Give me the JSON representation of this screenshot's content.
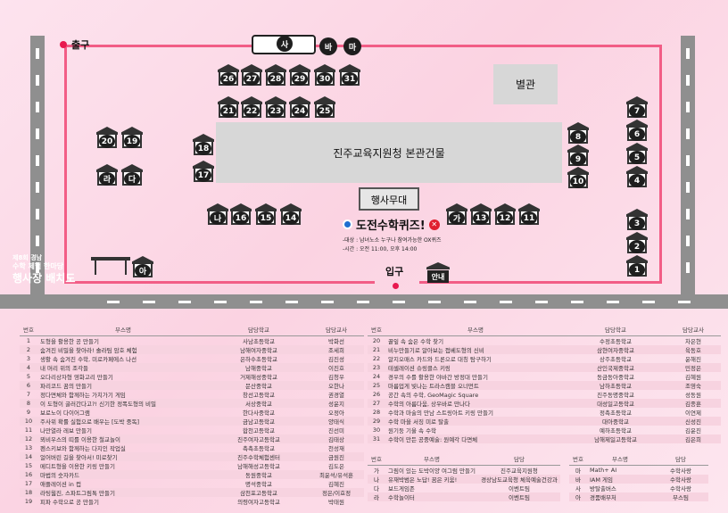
{
  "map": {
    "exit": "출구",
    "entrance": "입구",
    "main_building": "진주교육지원청 본관건물",
    "annex": "별관",
    "stage": "행사무대",
    "info": "안내",
    "bus_tents": [
      "사",
      "바",
      "마"
    ],
    "top_tents": [
      "26",
      "27",
      "28",
      "29",
      "30",
      "31"
    ],
    "mid_tents": [
      "21",
      "22",
      "23",
      "24",
      "25"
    ],
    "left_tents": [
      "20",
      "19"
    ],
    "left_tents2": [
      "라",
      "다"
    ],
    "side_tents": [
      "18",
      "17"
    ],
    "bottom_left_tents": [
      "나",
      "16",
      "15",
      "14"
    ],
    "bottom_right_tents": [
      "가",
      "13",
      "12",
      "11"
    ],
    "right_inner_tents": [
      "8",
      "9",
      "10"
    ],
    "right_outer_tents": [
      "7",
      "6",
      "5",
      "4",
      "3",
      "2",
      "1"
    ],
    "a_tent": "아",
    "quiz": {
      "title": "도전수학퀴즈!",
      "target": "-대상 : 남녀노소 누구나 참여가능한 OX퀴즈",
      "time": "-시간 : 오전 11:00, 오후 14:00"
    },
    "tag_line1": "제8회 경남",
    "tag_line2": "수학 체험 한마당",
    "tag_line3": "행사장 배치도"
  },
  "headers": {
    "no": "번호",
    "booth": "부스명",
    "school": "담당학교",
    "teacher": "담당교사"
  },
  "rows_left": [
    [
      "1",
      "도형을 활용한 공 만들기",
      "사남초등학교",
      "박화선"
    ],
    [
      "2",
      "숨겨진 비밀을 찾아라! 솔라팀 암호 체험",
      "남해여자중학교",
      "조세희"
    ],
    [
      "3",
      "생활 속 숨겨진 수학, 미로카페에스 나선",
      "은하수초등학교",
      "김진성"
    ],
    [
      "4",
      "내 머리 위의 조각들",
      "남해중학교",
      "이진호"
    ],
    [
      "5",
      "오다리상자형 영화고리 만들기",
      "거제해성중학교",
      "김청우"
    ],
    [
      "6",
      "파리코드 꿈의 만들기",
      "문산중학교",
      "오한나"
    ],
    [
      "7",
      "정다면체와 함께하는 가치가기 게임",
      "창선고등학교",
      "권경열"
    ],
    [
      "8",
      "이 도형이 굴러간다고?! 신기한 정폭도형의 비밀",
      "서상중학교",
      "성윤지"
    ],
    [
      "9",
      "보로노이 다이어그램",
      "한다사중학교",
      "오정아"
    ],
    [
      "10",
      "주사위 확률 실험으로 배우는 [도박 중독]",
      "금남고등학교",
      "양태식"
    ],
    [
      "11",
      "나만열라 레보 만들기",
      "합천고등학교",
      "진선미"
    ],
    [
      "12",
      "뫼비우스의 띠를 이용한 철교놀이",
      "진주여자고등학교",
      "김태상"
    ],
    [
      "13",
      "펜스키보와 함께하는 다지인 작업실",
      "촉촉초등학교",
      "천성재"
    ],
    [
      "14",
      "얼어버린 길을 찾아서! 미로찾기",
      "진주수학체험센터",
      "금원진"
    ],
    [
      "15",
      "메디트형을 이용한 키링 만들기",
      "남해해성고등학교",
      "김도은"
    ],
    [
      "16",
      "마법의 숫자카드",
      "동원중학교",
      "최윤석/유석훈"
    ],
    [
      "17",
      "애플레이션 in 컵",
      "명석중학교",
      "김혜진"
    ],
    [
      "18",
      "라팅웜진, 스파트그림톡 만들기",
      "삼천포고등학교",
      "정은/이효정"
    ],
    [
      "19",
      "피파 수학으로 공 만들기",
      "의령여자고등학교",
      "박태원"
    ]
  ],
  "rows_right": [
    [
      "20",
      "꿀잎 속 숨은 수학 찾기",
      "수정초등학교",
      "차은현"
    ],
    [
      "21",
      "비누만들기로 알아보는 접베도형의 신비",
      "삼현여자중학교",
      "육동호"
    ],
    [
      "22",
      "알지오매스 카드와 드론으로 대칭 탐구하기",
      "상주초등학교",
      "윤해진"
    ],
    [
      "23",
      "테셀레이션 슈링클스 키링",
      "산인국제중학교",
      "민정은"
    ],
    [
      "24",
      "경우의 수를 활용한 야바간 방정대 만들기",
      "동금동아중학교",
      "김혜원"
    ],
    [
      "25",
      "마름업게 빛나는 트라스캠블 오너먼트",
      "남하초등학교",
      "조영숙"
    ],
    [
      "26",
      "공간 속의 수학, GeoMagic Square",
      "진주동명중학교",
      "성동원"
    ],
    [
      "27",
      "수학의 아름다움, 상우바로 만나다",
      "대성일고등학교",
      "김종훈"
    ],
    [
      "28",
      "수학과 마술의 만남 스트링아트 키링 만들기",
      "정촉초등학교",
      "이연제"
    ],
    [
      "29",
      "수학 마을 서징 미로 탈출",
      "대아중학교",
      "신성진"
    ],
    [
      "30",
      "원기둥 기울 속 수학",
      "예하초등학교",
      "김윤진"
    ],
    [
      "31",
      "수학이 만든 공중예술: 원예각 다면체",
      "남해제일고등학교",
      "김은희"
    ]
  ],
  "headers2": {
    "no": "번호",
    "booth": "부스명",
    "charge": "담당"
  },
  "rows_extra_left": [
    [
      "가",
      "그림이 있는 도박이양 여그럼 만들기",
      "진주교육지원청"
    ],
    [
      "나",
      "유재박범은 노답! 꿈은 키움!",
      "경상남도교육청 체육예술건강과"
    ],
    [
      "다",
      "보드게임존",
      "이벤트팀"
    ],
    [
      "라",
      "수학놀이터",
      "이벤트팀"
    ]
  ],
  "rows_extra_right": [
    [
      "마",
      "Math+ AI",
      "수학사랑"
    ],
    [
      "바",
      "IAM 게임",
      "수학사랑"
    ],
    [
      "사",
      "방탈출버스",
      "수학사랑"
    ],
    [
      "아",
      "경품배부처",
      "부스팀"
    ]
  ]
}
